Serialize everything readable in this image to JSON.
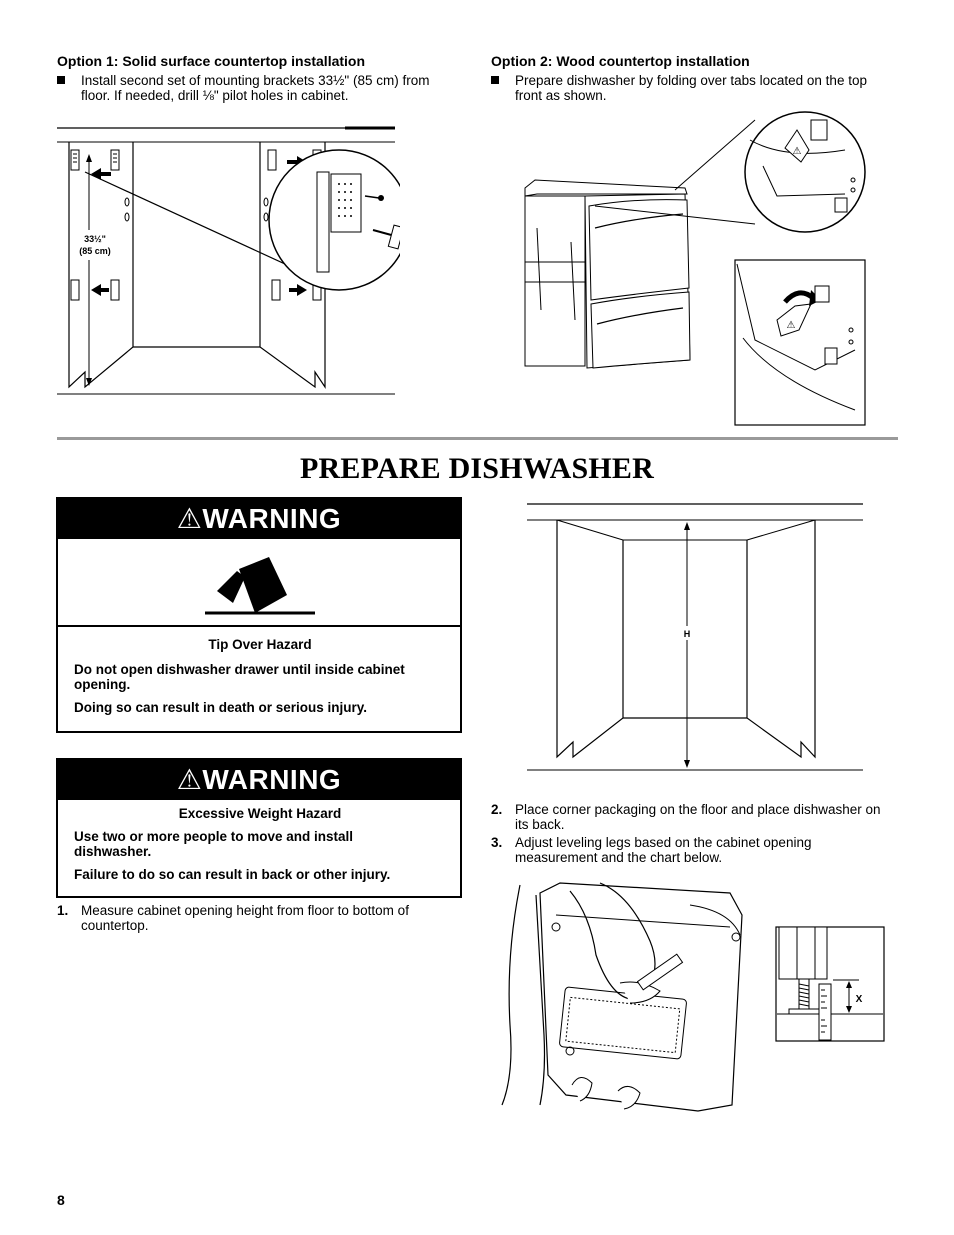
{
  "option1": {
    "title": "Option 1: Solid surface countertop installation",
    "bullet_line1": "Install second set of mounting brackets 33½\" (85 cm) from",
    "bullet_line2": "floor. If needed, drill ⅛\" pilot holes in cabinet.",
    "figure": {
      "dim_label_1": "33½\"",
      "dim_label_2": "(85 cm)"
    }
  },
  "option2": {
    "title": "Option 2: Wood countertop installation",
    "bullet_line1": "Prepare dishwasher by folding over tabs located on the top",
    "bullet_line2": "front as shown."
  },
  "section_title": "PREPARE DISHWASHER",
  "warning1": {
    "heading": "WARNING",
    "hazard": "Tip Over Hazard",
    "line1": "Do not open dishwasher drawer until inside cabinet",
    "line2": "opening.",
    "line3": "Doing so can result in death or serious injury."
  },
  "warning2": {
    "heading": "WARNING",
    "hazard": "Excessive Weight Hazard",
    "line1": "Use two or more people to move and install",
    "line2": "dishwasher.",
    "line3": "Failure to do so can result in back or other injury."
  },
  "steps": {
    "step1": {
      "num": "1.",
      "line1": "Measure cabinet opening height from floor to bottom of",
      "line2": "countertop."
    },
    "step2": {
      "num": "2.",
      "line1": "Place corner packaging on the floor and place dishwasher on",
      "line2": "its back."
    },
    "step3": {
      "num": "3.",
      "line1": "Adjust leveling legs based on the cabinet opening",
      "line2": "measurement and the chart below."
    }
  },
  "cabinet_figure": {
    "height_label": "H"
  },
  "leg_figure": {
    "x_label": "X"
  },
  "page_number": "8"
}
